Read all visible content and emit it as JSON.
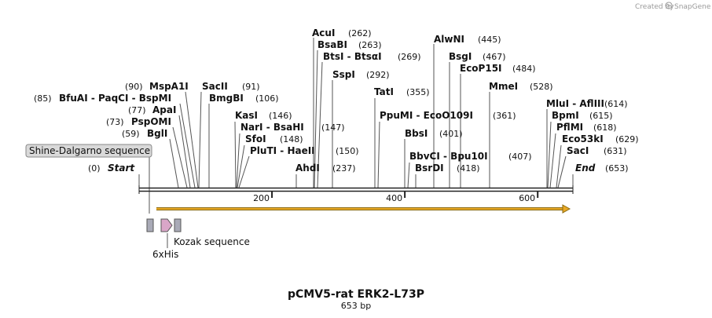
{
  "credit": {
    "prefix": "Created by",
    "brand": "SnapGene"
  },
  "map": {
    "name": "pCMV5-rat ERK2-L73P",
    "size_text": "653 bp",
    "length": 653,
    "ticks": [
      200,
      400,
      600
    ],
    "start_label": "Start",
    "start_pos": "(0)",
    "end_label": "End",
    "end_pos": "(653)"
  },
  "sites": [
    {
      "id": "acui",
      "label": "AcuI",
      "pos": "(262)",
      "bp": 262
    },
    {
      "id": "bsabi",
      "label": "BsaBI",
      "pos": "(263)",
      "bp": 263
    },
    {
      "id": "btsi",
      "label": "BtsI - BtsαI",
      "pos": "(269)",
      "bp": 269
    },
    {
      "id": "sspi",
      "label": "SspI",
      "pos": "(292)",
      "bp": 292
    },
    {
      "id": "alwni",
      "label": "AlwNI",
      "pos": "(445)",
      "bp": 445
    },
    {
      "id": "bsgi",
      "label": "BsgI",
      "pos": "(467)",
      "bp": 467
    },
    {
      "id": "ecop15i",
      "label": "EcoP15I",
      "pos": "(484)",
      "bp": 484
    },
    {
      "id": "mmei",
      "label": "MmeI",
      "pos": "(528)",
      "bp": 528
    },
    {
      "id": "tati",
      "label": "TatI",
      "pos": "(355)",
      "bp": 355
    },
    {
      "id": "ppumi",
      "label": "PpuMI - EcoO109I",
      "pos": "(361)",
      "bp": 361
    },
    {
      "id": "bbsi",
      "label": "BbsI",
      "pos": "(401)",
      "bp": 401
    },
    {
      "id": "bbvci",
      "label": "BbvCI - Bpu10I",
      "pos": "(407)",
      "bp": 407
    },
    {
      "id": "bsrdi",
      "label": "BsrDI",
      "pos": "(418)",
      "bp": 418
    },
    {
      "id": "ahdi",
      "label": "AhdI",
      "pos": "(237)",
      "bp": 237
    },
    {
      "id": "mspa1i",
      "label": "MspA1I",
      "pos": "(90)",
      "bp": 90
    },
    {
      "id": "sacii",
      "label": "SacII",
      "pos": "(91)",
      "bp": 91
    },
    {
      "id": "bfuai",
      "label": "BfuAI - PaqCI - BspMI",
      "pos": "(85)",
      "bp": 85
    },
    {
      "id": "bmgbi",
      "label": "BmgBI",
      "pos": "(106)",
      "bp": 106
    },
    {
      "id": "apai",
      "label": "ApaI",
      "pos": "(77)",
      "bp": 77
    },
    {
      "id": "pspomi",
      "label": "PspOMI",
      "pos": "(73)",
      "bp": 73
    },
    {
      "id": "bgli",
      "label": "BglI",
      "pos": "(59)",
      "bp": 59
    },
    {
      "id": "kasi",
      "label": "KasI",
      "pos": "(146)",
      "bp": 146
    },
    {
      "id": "nari",
      "label": "NarI - BsaHI",
      "pos": "(147)",
      "bp": 147
    },
    {
      "id": "sfoi",
      "label": "SfoI",
      "pos": "(148)",
      "bp": 148
    },
    {
      "id": "pluti",
      "label": "PluTI - HaeII",
      "pos": "(150)",
      "bp": 150
    },
    {
      "id": "mlui",
      "label": "MluI - AflIII",
      "pos": "(614)",
      "bp": 614
    },
    {
      "id": "bpmi",
      "label": "BpmI",
      "pos": "(615)",
      "bp": 615
    },
    {
      "id": "pflmi",
      "label": "PflMI",
      "pos": "(618)",
      "bp": 618
    },
    {
      "id": "eco53ki",
      "label": "Eco53kI",
      "pos": "(629)",
      "bp": 629
    },
    {
      "id": "saci",
      "label": "SacI",
      "pos": "(631)",
      "bp": 631
    }
  ],
  "features": {
    "shine_dalgarno": "Shine-Dalgarno sequence",
    "kozak": "Kozak sequence",
    "his": "6xHis"
  },
  "colors": {
    "orf_arrow": "#e8a826",
    "kozak_fill": "#d9a6c8",
    "his_fill": "#a9aab7",
    "sd_box": "#d9d9d9"
  }
}
